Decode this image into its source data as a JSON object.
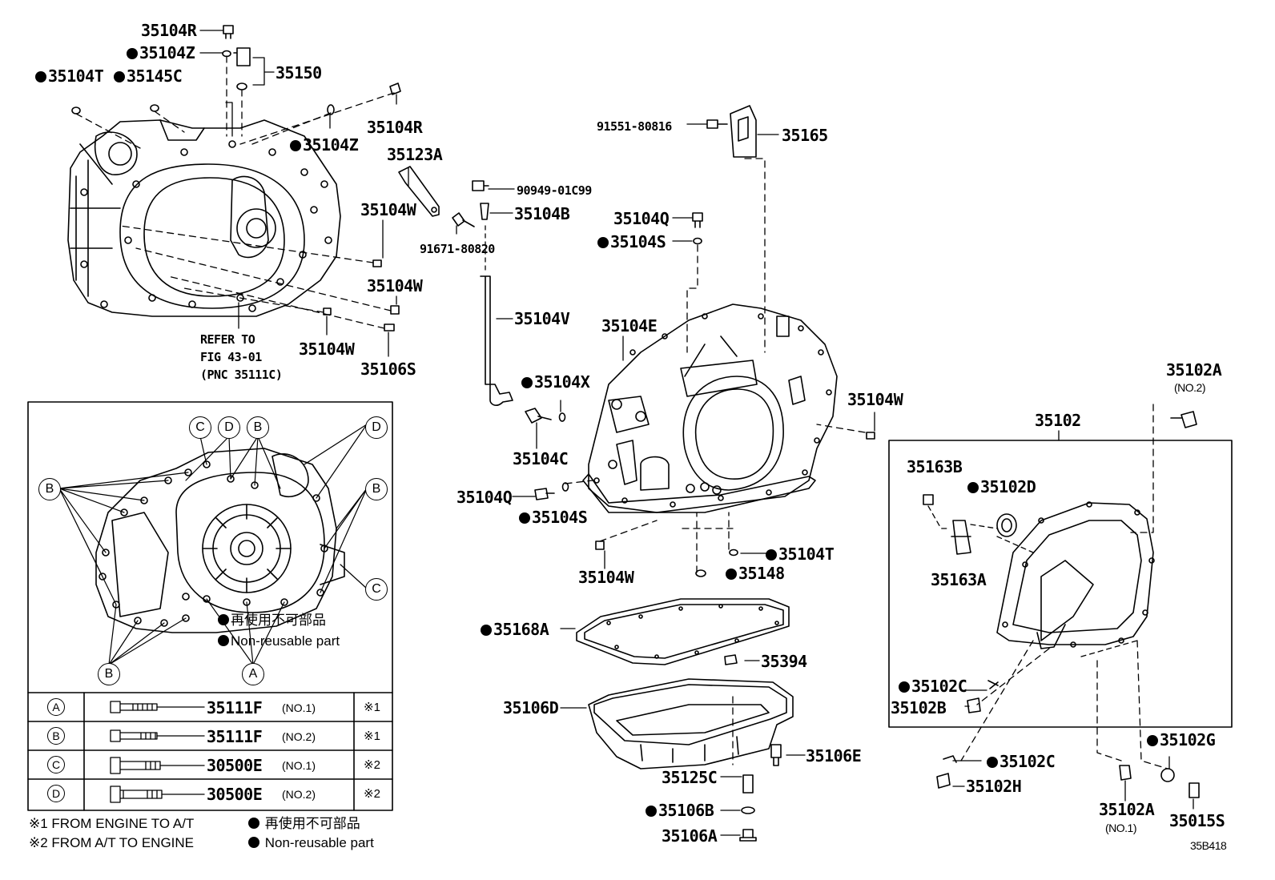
{
  "labels": {
    "l_35104R_a": "35104R",
    "l_35104Z_a": "35104Z",
    "l_35104T_a": "35104T",
    "l_35145C": "35145C",
    "l_35150": "35150",
    "l_35104R_b": "35104R",
    "l_35104Z_b": "35104Z",
    "l_35123A": "35123A",
    "l_90949": "90949-01C99",
    "l_35104B": "35104B",
    "l_35104W_a": "35104W",
    "l_91671": "91671-80820",
    "l_35104W_b": "35104W",
    "l_35104W_c": "35104W",
    "l_35106S": "35106S",
    "l_refer1": "REFER TO",
    "l_refer2": "FIG 43-01",
    "l_refer3": "(PNC 35111C)",
    "l_91551": "91551-80816",
    "l_35165": "35165",
    "l_35104Q_a": "35104Q",
    "l_35104S_a": "35104S",
    "l_35104V": "35104V",
    "l_35104E": "35104E",
    "l_35104X": "35104X",
    "l_35104C": "35104C",
    "l_35104W_d": "35104W",
    "l_35104Q_b": "35104Q",
    "l_35104S_b": "35104S",
    "l_35104W_e": "35104W",
    "l_35104T_b": "35104T",
    "l_35148": "35148",
    "l_35168A": "35168A",
    "l_35394": "35394",
    "l_35106D": "35106D",
    "l_35106E": "35106E",
    "l_35125C": "35125C",
    "l_35106B": "35106B",
    "l_35106A": "35106A",
    "l_35102A_top": "35102A",
    "l_no2_top": "(NO.2)",
    "l_35102": "35102",
    "l_35163B": "35163B",
    "l_35102D": "35102D",
    "l_35163A": "35163A",
    "l_35102C_a": "35102C",
    "l_35102B": "35102B",
    "l_35102G": "35102G",
    "l_35102C_b": "35102C",
    "l_35102H": "35102H",
    "l_35102A_bot": "35102A",
    "l_no1_bot": "(NO.1)",
    "l_35015S": "35015S",
    "l_ref": "35B418"
  },
  "inset": {
    "letters": [
      "A",
      "B",
      "C",
      "D"
    ],
    "legend_cn": "再使用不可部品",
    "legend_en": "Non-reusable part"
  },
  "bolt_table": [
    {
      "letter": "A",
      "pnc": "35111F",
      "no": "(NO.1)",
      "mark": "※1"
    },
    {
      "letter": "B",
      "pnc": "35111F",
      "no": "(NO.2)",
      "mark": "※1"
    },
    {
      "letter": "C",
      "pnc": "30500E",
      "no": "(NO.1)",
      "mark": "※2"
    },
    {
      "letter": "D",
      "pnc": "30500E",
      "no": "(NO.2)",
      "mark": "※2"
    }
  ],
  "notes": {
    "note1": "※1 FROM ENGINE TO A/T",
    "note2": "※2 FROM A/T TO ENGINE",
    "legend_cn": "再使用不可部品",
    "legend_en": "Non-reusable part"
  }
}
